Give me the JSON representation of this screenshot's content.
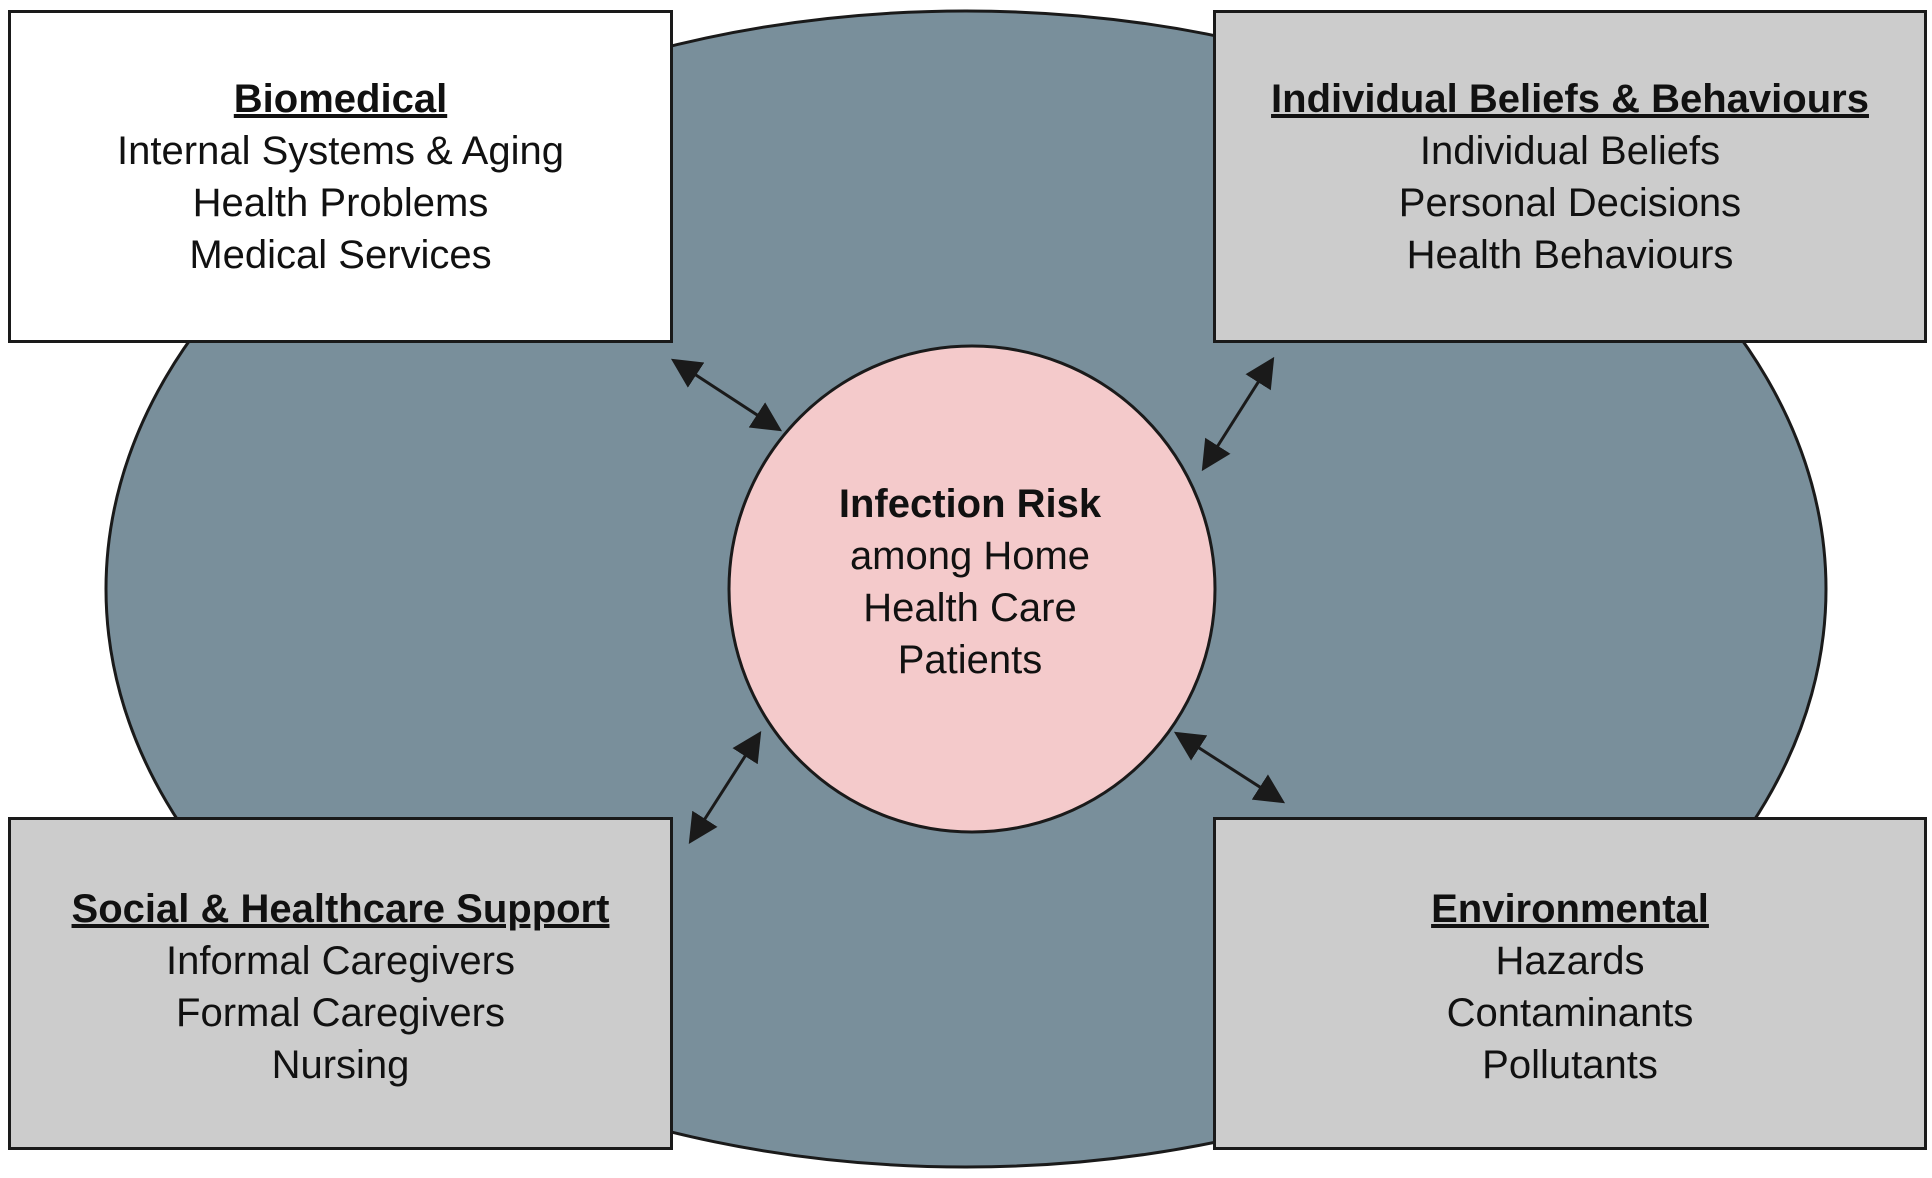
{
  "colors": {
    "outer_ellipse": "#798f9b",
    "center_circle": "#f4cacb",
    "box_white": "#ffffff",
    "box_gray": "#cccccc",
    "stroke": "#1a1a1a"
  },
  "center": {
    "title": "Infection Risk",
    "lines": [
      "among Home",
      "Health Care",
      "Patients"
    ]
  },
  "boxes": {
    "biomedical": {
      "title": "Biomedical",
      "items": [
        "Internal Systems & Aging",
        "Health Problems",
        "Medical Services"
      ]
    },
    "beliefs": {
      "title": "Individual Beliefs & Behaviours",
      "items": [
        "Individual Beliefs",
        "Personal Decisions",
        "Health Behaviours"
      ]
    },
    "social": {
      "title": "Social & Healthcare Support",
      "items": [
        "Informal Caregivers",
        "Formal Caregivers",
        "Nursing"
      ]
    },
    "environmental": {
      "title": "Environmental",
      "items": [
        "Hazards",
        "Contaminants",
        "Pollutants"
      ]
    }
  },
  "connectors": {
    "style": "double-headed-arrow",
    "links": [
      "biomedical-center",
      "beliefs-center",
      "social-center",
      "environmental-center"
    ]
  }
}
